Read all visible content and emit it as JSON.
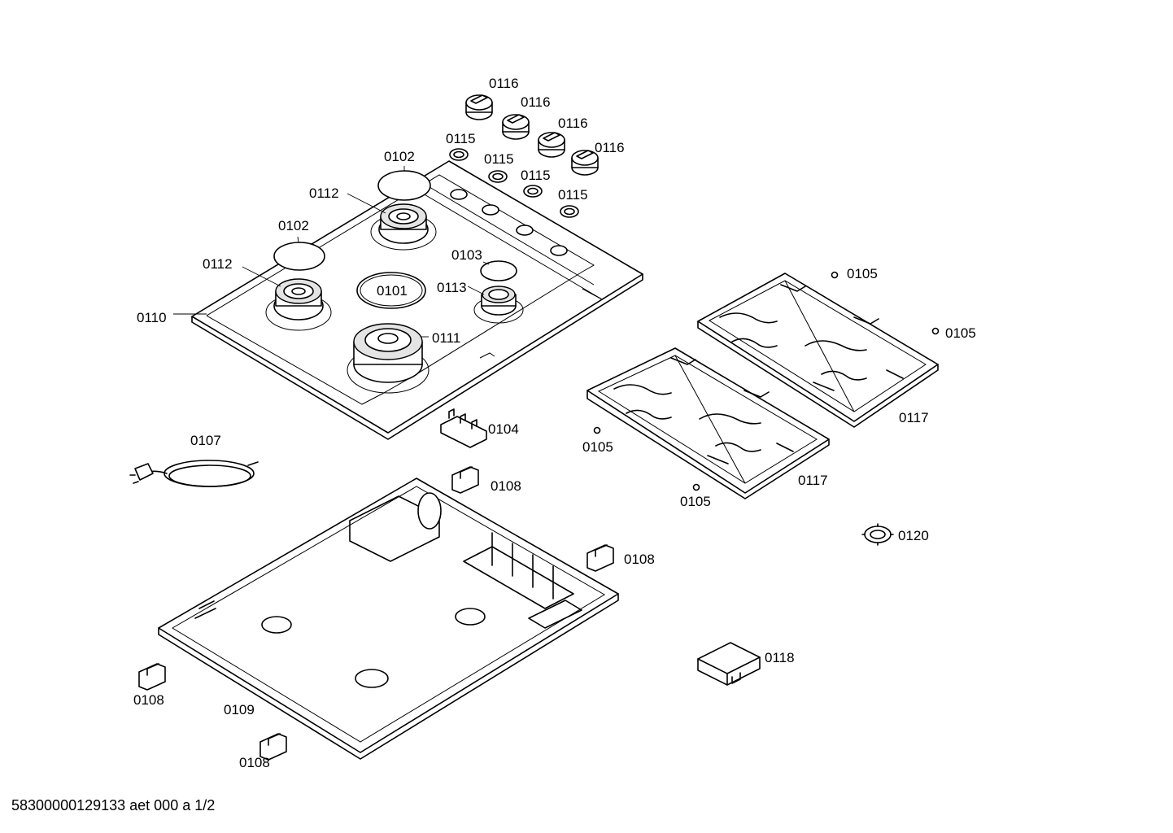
{
  "footer": "58300000129133 aet 000 a 1/2",
  "labels": {
    "k116a": "0116",
    "k116b": "0116",
    "k116c": "0116",
    "k116d": "0116",
    "r115a": "0115",
    "r115b": "0115",
    "r115c": "0115",
    "r115d": "0115",
    "cap102a": "0102",
    "cap102b": "0102",
    "crown112a": "0112",
    "crown112b": "0112",
    "cap103": "0103",
    "burner113": "0113",
    "cap101": "0101",
    "burner111": "0111",
    "hob110": "0110",
    "screw105a": "0105",
    "screw105b": "0105",
    "screw105c": "0105",
    "screw105d": "0105",
    "grid117a": "0117",
    "grid117b": "0117",
    "bracket104": "0104",
    "cable107": "0107",
    "clip108a": "0108",
    "clip108b": "0108",
    "clip108c": "0108",
    "clip108d": "0108",
    "tray109": "0109",
    "ring120": "0120",
    "box118": "0118"
  }
}
